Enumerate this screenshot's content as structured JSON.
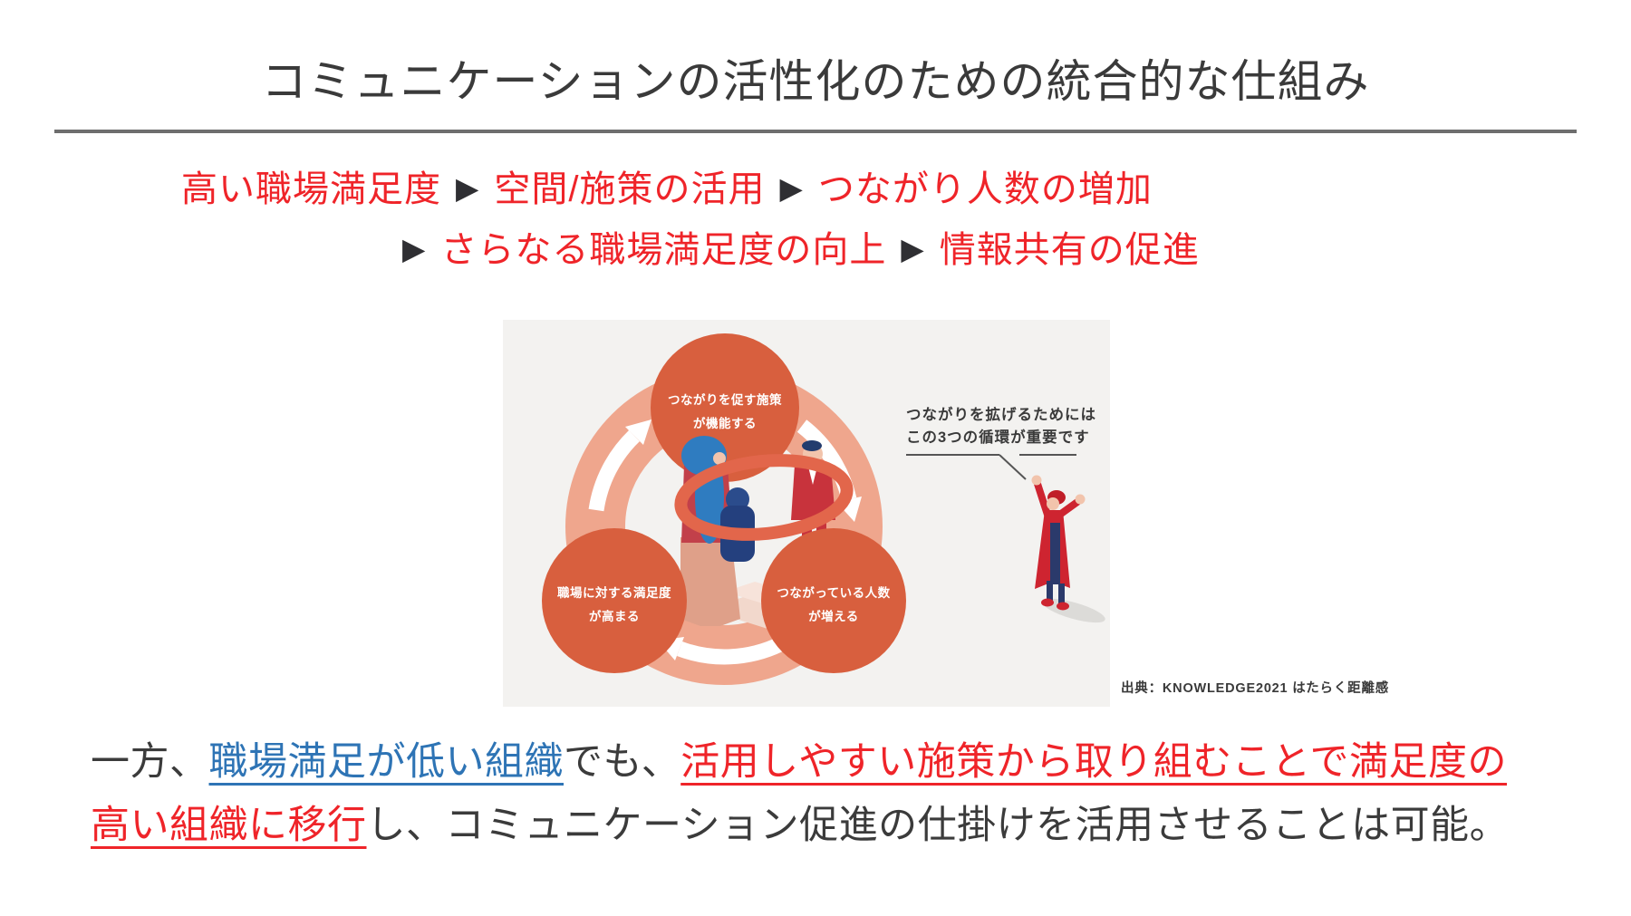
{
  "title": "コミュニケーションの活性化のための統合的な仕組み",
  "flow": {
    "arrow": "▶",
    "line1": {
      "a": "高い職場満足度",
      "b": "空間/施策の活用",
      "c": "つながり人数の増加"
    },
    "line2": {
      "a": "さらなる職場満足度の向上",
      "b": "情報共有の促進"
    }
  },
  "diagram": {
    "circle_top": {
      "line1": "つながりを促す施策",
      "line2": "が機能する"
    },
    "circle_left": {
      "line1": "職場に対する満足度",
      "line2": "が高まる"
    },
    "circle_right": {
      "line1": "つながっている人数",
      "line2": "が増える"
    },
    "callout": {
      "line1": "つながりを拡げるためには",
      "line2": "この3つの循環が重要です"
    },
    "source": "出典：KNOWLEDGE2021 はたらく距離感"
  },
  "paragraph": {
    "p1": "一方、",
    "p2_blue": "職場満足が低い組織",
    "p3": "でも、",
    "p4_red": "活用しやすい施策から取り組むことで満足度の",
    "p5_red": "高い組織に移行",
    "p6": "し、コミュニケーション促進の仕掛けを活用させることは可能。"
  },
  "colors": {
    "red_text": "#ef2429",
    "blue_text": "#2e74b5",
    "dark_text": "#3a3a3a",
    "circle_orange": "#d85f3e",
    "pale_ring": "#efa68d",
    "diagram_bg": "#f3f2f0"
  }
}
